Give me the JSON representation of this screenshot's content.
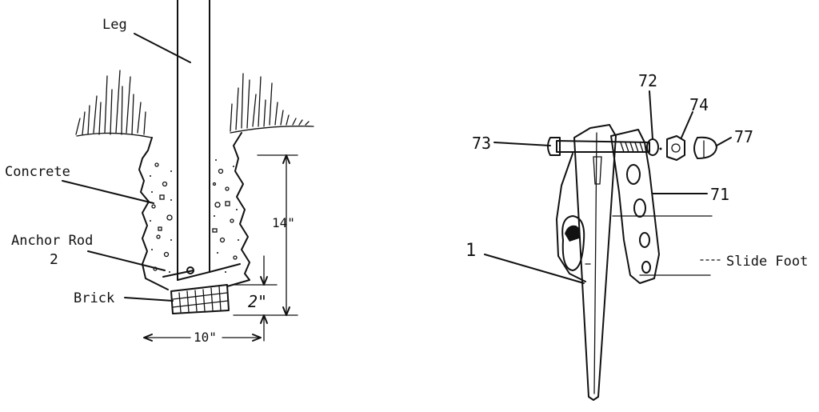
{
  "left_figure": {
    "leg_label": "Leg",
    "concrete_label": "Concrete",
    "anchor_rod_label": "Anchor Rod",
    "anchor_rod_number": "2",
    "brick_label": "Brick",
    "depth_dim": "14\"",
    "brick_dim": "2\"",
    "width_dim": "10\""
  },
  "right_figure": {
    "callouts": {
      "part_1": "1",
      "part_71": "71",
      "part_72": "72",
      "part_73": "73",
      "part_74": "74",
      "part_77": "77"
    },
    "slide_foot_label": "Slide Foot"
  },
  "colors": {
    "ink": "#111111",
    "paper": "#ffffff"
  }
}
